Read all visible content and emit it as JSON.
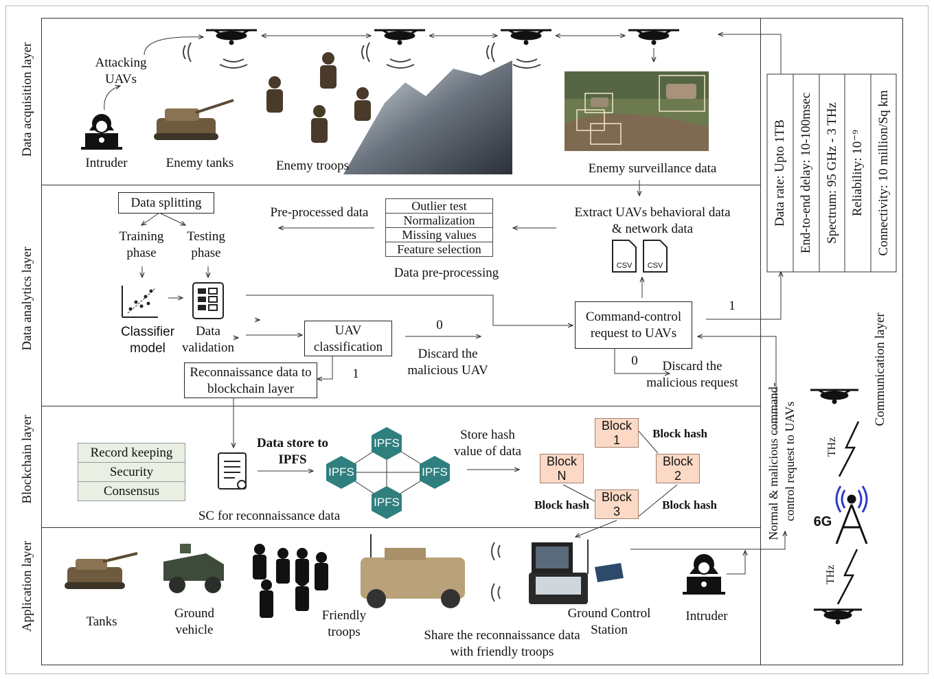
{
  "layers": {
    "acquisition": "Data acquisition layer",
    "analytics": "Data analytics layer",
    "blockchain": "Blockchain layer",
    "application": "Application layer",
    "communication": "Communication layer"
  },
  "acquisition": {
    "attacking_uavs": "Attacking UAVs",
    "intruder": "Intruder",
    "enemy_tanks": "Enemy tanks",
    "enemy_troops": "Enemy troops",
    "enemy_surveillance": "Enemy surveillance data"
  },
  "analytics": {
    "data_splitting": "Data splitting",
    "training": "Training phase",
    "testing": "Testing phase",
    "classifier_model": "Classifier model",
    "data_validation": "Data validation",
    "uav_classification": "UAV classification",
    "discard_uav": "Discard the malicious UAV",
    "label_0a": "0",
    "label_1a": "1",
    "reconnaissance": "Reconnaissance data to blockchain layer",
    "preprocessed": "Pre-processed data",
    "preprocessing_steps": [
      "Outlier test",
      "Normalization",
      "Missing values",
      "Feature selection"
    ],
    "preprocessing_title": "Data pre-processing",
    "extract": "Extract UAVs behavioral data & network data",
    "csv": "CSV",
    "command_control": "Command-control request to UAVs",
    "label_0b": "0",
    "label_1b": "1",
    "discard_request": "Discard the malicious request"
  },
  "blockchain": {
    "features": [
      "Record keeping",
      "Security",
      "Consensus"
    ],
    "data_store": "Data store to IPFS",
    "ipfs": "IPFS",
    "sc_label": "SC for reconnaissance data",
    "store_hash": "Store hash value of data",
    "block1": "Block 1",
    "block2": "Block 2",
    "block3": "Block 3",
    "blockN": "Block N",
    "block_hash": "Block hash"
  },
  "application": {
    "tanks": "Tanks",
    "ground_vehicle": "Ground vehicle",
    "friendly_troops": "Friendly troops",
    "share": "Share the reconnaissance data with friendly troops",
    "gcs": "Ground Control Station",
    "intruder": "Intruder"
  },
  "communication": {
    "specs": [
      "Data rate: Upto 1TB",
      "End-to-end delay: 10-100msec",
      "Spectrum: 95 GHz - 3 THz",
      "Reliability: 10⁻⁹",
      "Connectivity: 10 million/Sq km"
    ],
    "normal_malicious": "Normal & malicious command-control request to UAVs",
    "thz": "THz",
    "six_g": "6G"
  },
  "colors": {
    "ipfs": "#2f7f7f",
    "block": "#fbd9c5",
    "green_box": "#e9efe2"
  }
}
